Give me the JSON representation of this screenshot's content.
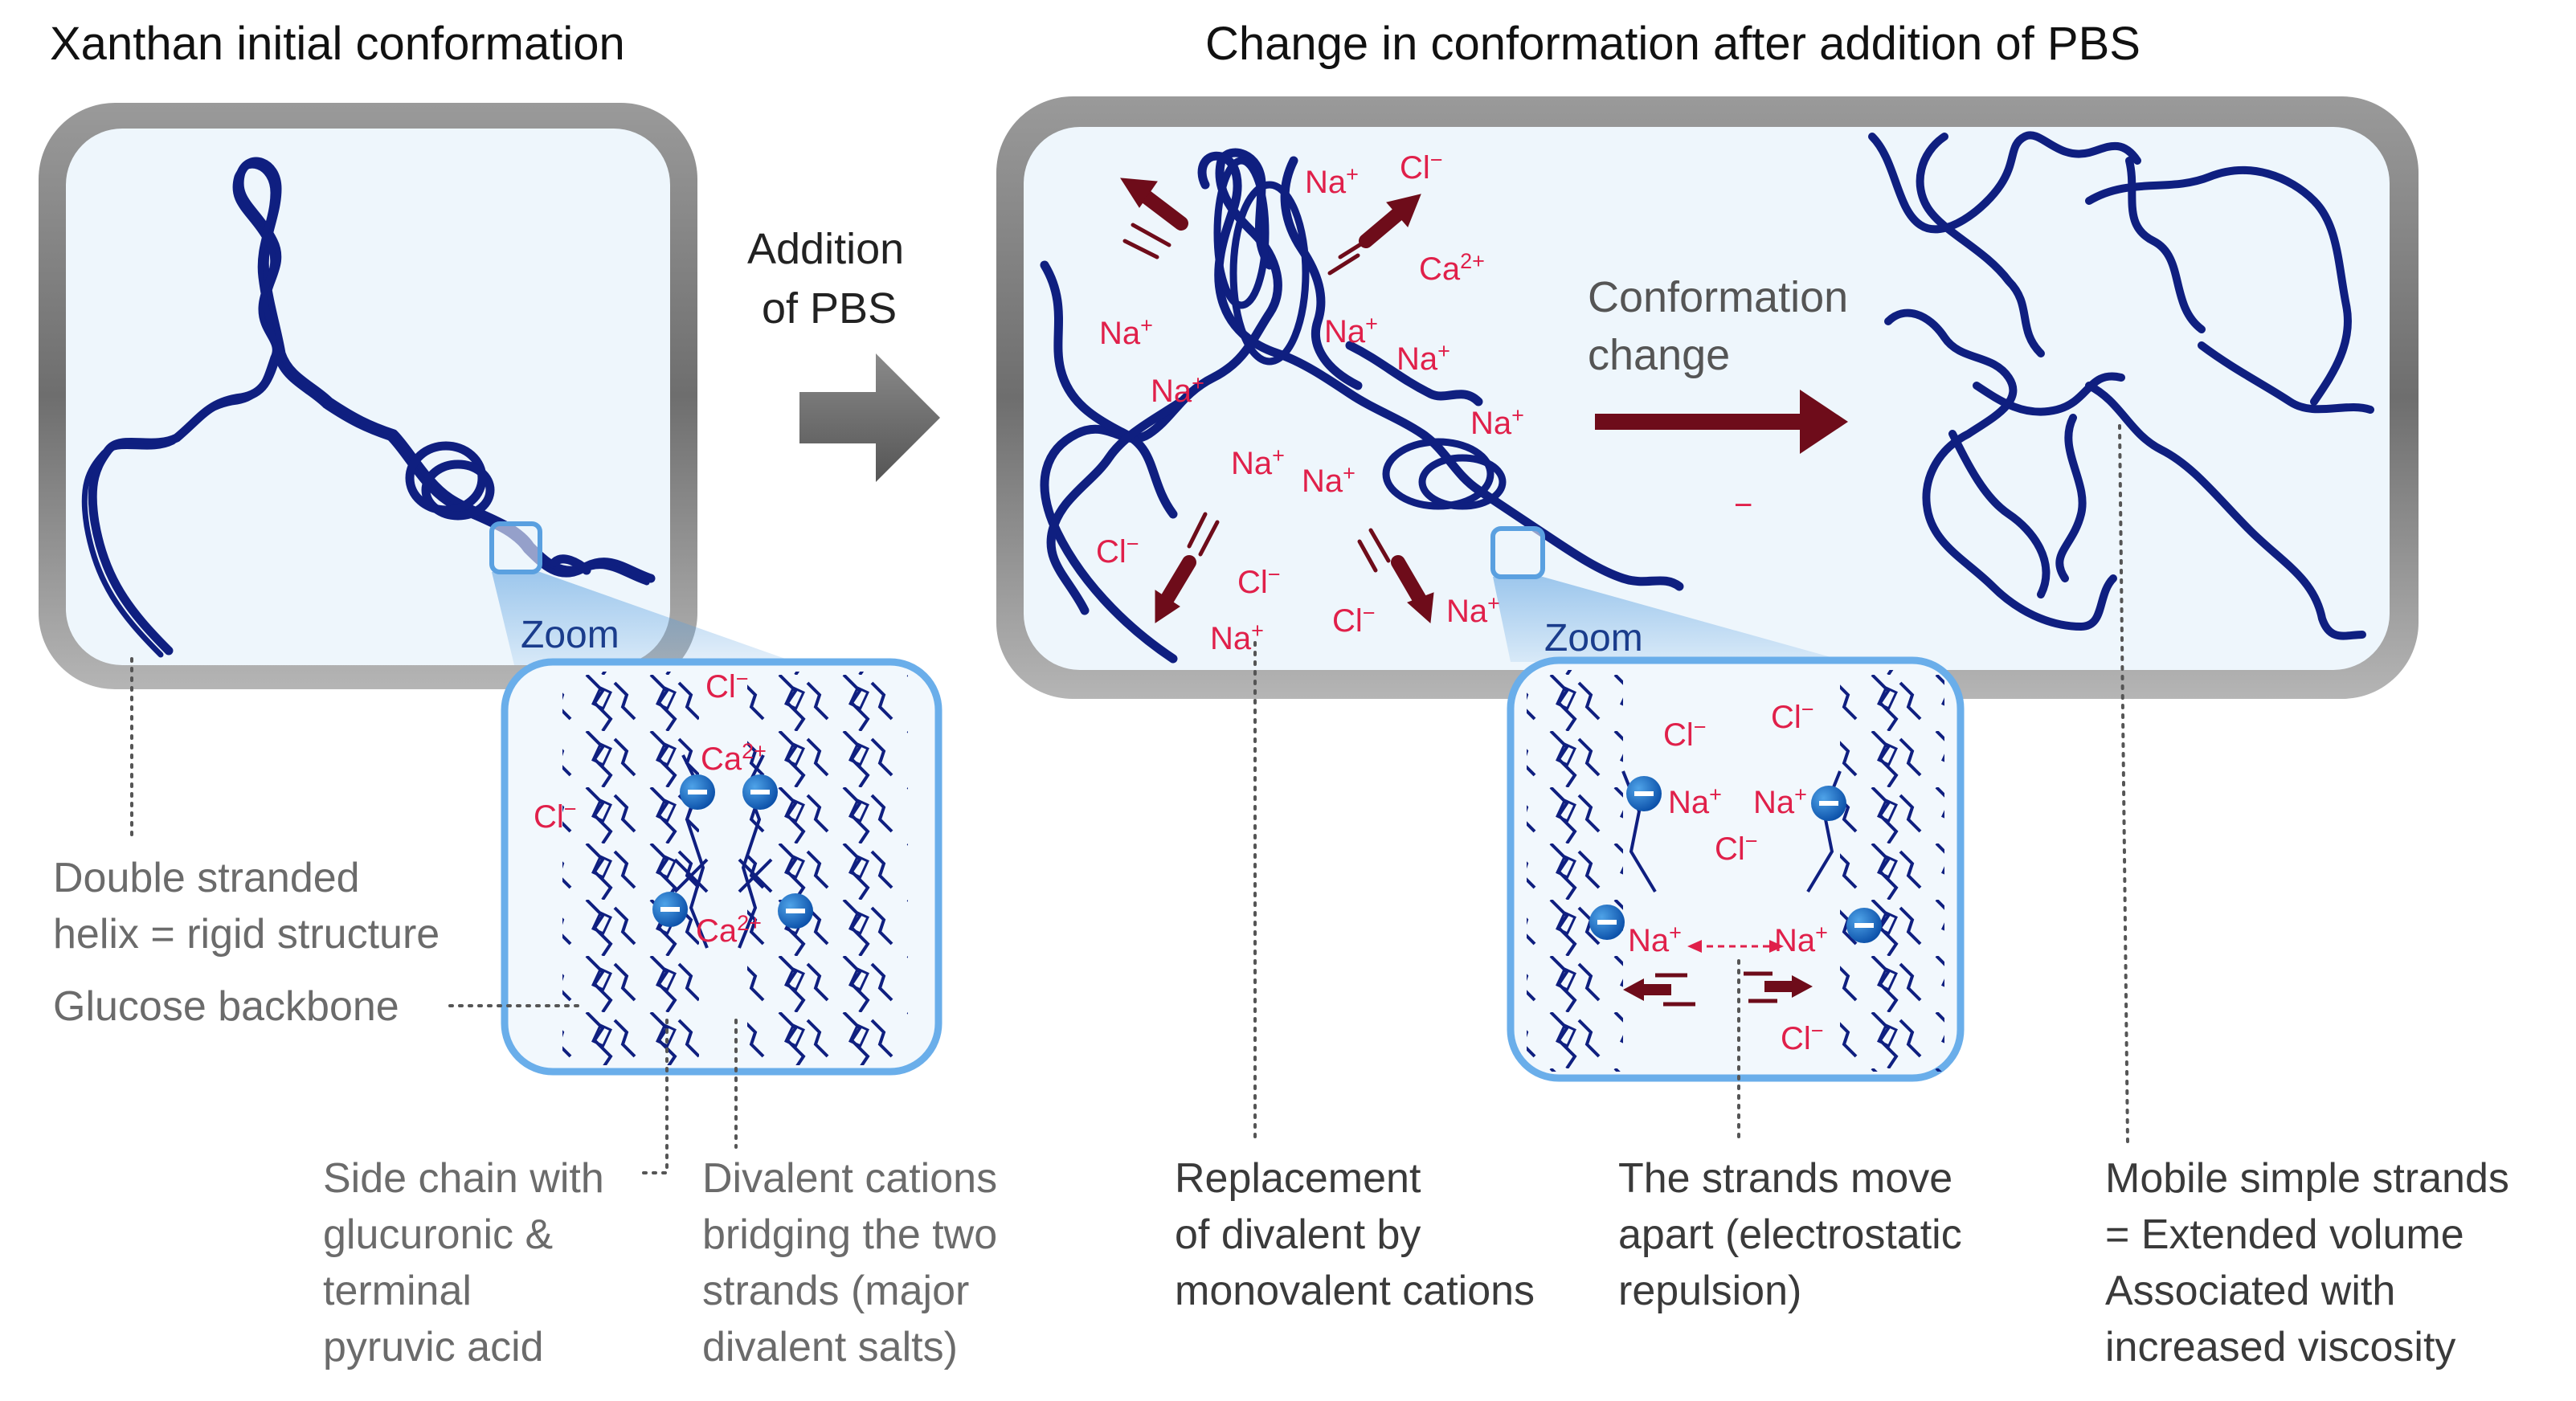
{
  "titles": {
    "left": "Xanthan initial conformation",
    "right": "Change in conformation after addition of PBS"
  },
  "addition_label": [
    "Addition",
    "of PBS"
  ],
  "conformation_label": [
    "Conformation",
    "change"
  ],
  "zoom_label": "Zoom",
  "ions": {
    "na": "Na",
    "cl": "Cl",
    "ca": "Ca",
    "plus": "+",
    "minus": "−",
    "two_plus": "2+",
    "neg_charge": "−"
  },
  "annotations": {
    "double_strand": [
      "Double stranded",
      "helix = rigid structure"
    ],
    "glucose": "Glucose backbone",
    "side_chain": [
      "Side chain with",
      "glucuronic &",
      "terminal",
      "pyruvic acid"
    ],
    "divalent": [
      "Divalent cations",
      "bridging the two",
      "strands (major",
      "divalent salts)"
    ],
    "replacement": [
      "Replacement",
      "of divalent by",
      "monovalent cations"
    ],
    "strands_move": [
      "The strands move",
      "apart (electrostatic",
      "repulsion)"
    ],
    "mobile": [
      "Mobile simple strands",
      "= Extended volume",
      "Associated with",
      "increased viscosity"
    ]
  },
  "colors": {
    "strand": "#0f1f80",
    "ion": "#e0204a",
    "arrow_dark_red": "#6e0c1a",
    "panel_border": "#7a7a7a",
    "panel_fill": "#eef6fc",
    "zoom_border": "#5aa0e0"
  }
}
